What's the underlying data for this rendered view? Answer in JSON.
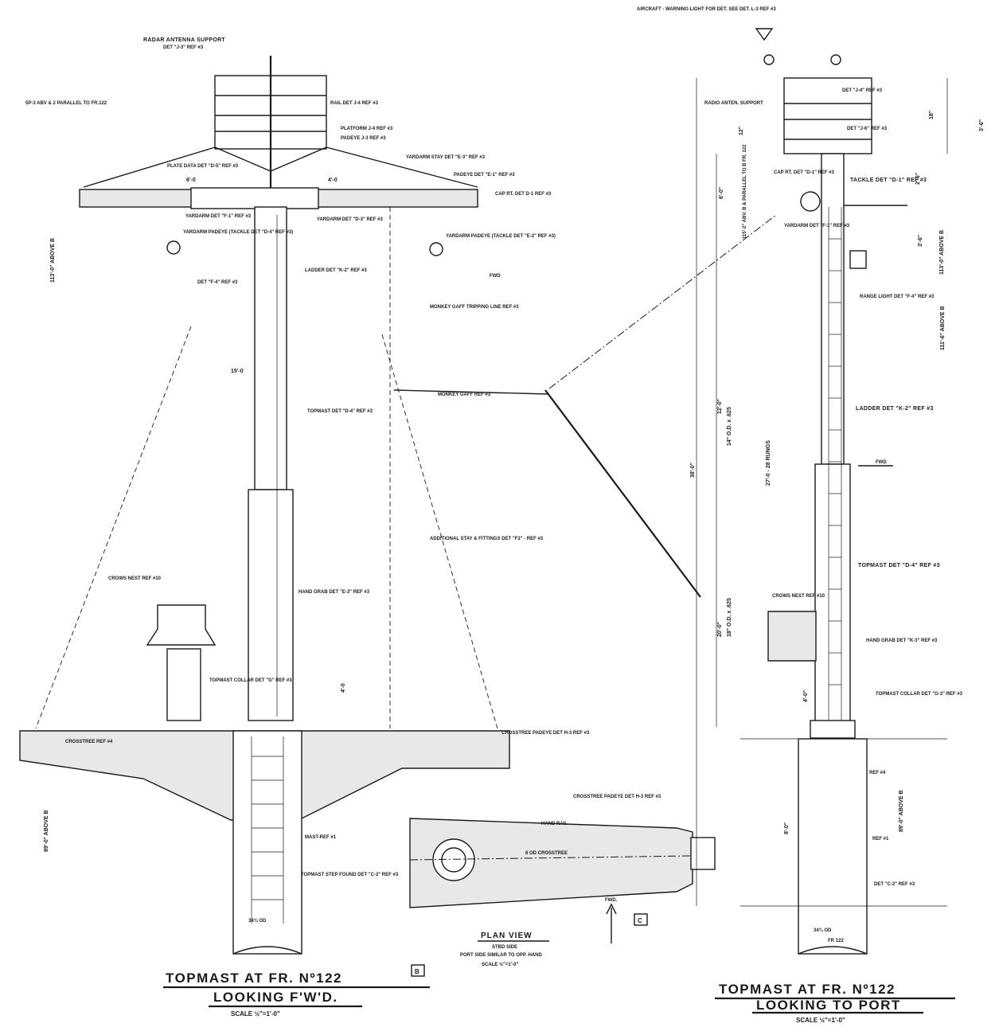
{
  "left_view": {
    "title": "TOPMAST AT FR. Nº122",
    "subtitle": "LOOKING F'W'D.",
    "scale": "SCALE ½\"=1'-0\"",
    "ref_box": "B",
    "labels": {
      "radar_support": "RADAR ANTENNA SUPPORT",
      "radar_support_ref": "DET \"J-3\" REF #3",
      "parallel_note": "5P-3 ABV & 2 PARALLEL TO FR.122",
      "rail": "RAIL DET J-4 REF #3",
      "platform": "PLATFORM J-4 REF #3",
      "padeye_j3": "PADEYE J-3 REF #3",
      "plate_data": "PLATE DATA DET \"D-5\" REF #3",
      "yardarm_stay": "YARDARM STAY DET \"E-3\" REF #3",
      "padeye_e1": "PADEYE DET \"E-1\" REF #3",
      "cap_rt": "CAP RT. DET D-1 REF #3",
      "yardarm_det": "YARDARM DET \"F-1\" REF #3",
      "yardarm_d3": "YARDARM DET \"D-3\" REF #3",
      "yardarm_padeye_left": "YARDARM PADEYE (TACKLE DET \"D-4\" REF #3)",
      "yardarm_padeye_right": "YARDARM PADEYE (TACKLE DET \"E-2\" REF #3)",
      "fwd_small": "FWD",
      "det_f4": "DET \"F-4\" REF #3",
      "ladder": "LADDER DET \"K-2\" REF #3",
      "monkey_gaff_tripping": "MONKEY GAFF TRIPPING LINE REF #3",
      "monkey_gaff": "MONKEY GAFF REF #3",
      "topmast": "TOPMAST DET \"D-4\" REF #3",
      "additional_stay": "ADDITIONAL STAY & FITTINGS DET \"F3\" - REF #3",
      "crows_nest": "CROWS NEST REF #10",
      "hand_grab": "HAND GRAB DET \"E-3\" REF #3",
      "topmast_collar": "TOPMAST COLLAR DET \"G\" REF #3",
      "crosstree_padeye": "CROSSTREE PADEYE DET H-3 REF #3",
      "crosstree": "CROSSTREE REF #4",
      "mast_ref": "MAST-REF #1",
      "topmast_step": "TOPMAST STEP FOUND DET \"C-2\" REF #3",
      "od": "34¾ OD",
      "above_top": "113'-0\" ABOVE B",
      "above_bottom": "89'-0\" ABOVE B",
      "dim_6": "6'-0",
      "dim_4": "4'-0",
      "dim_15": "15'-0",
      "dim_4b": "4'-0"
    }
  },
  "plan_view": {
    "title": "PLAN VIEW",
    "line1": "STBD SIDE",
    "line2": "PORT SIDE SIMILAR TO OPP. HAND",
    "scale": "SCALE ½\"=1'-0\"",
    "hand_rail": "HAND RAIL",
    "crosstree_padeye": "CROSSTREE PADEYE DET H-3 REF #3",
    "crosstree_od": "6 OD CROSSTREE",
    "fwd": "FWD.",
    "ref_box": "C"
  },
  "right_view": {
    "title": "TOPMAST AT FR. Nº122",
    "subtitle": "LOOKING TO PORT",
    "scale": "SCALE ½\"=1'-0\"",
    "labels": {
      "aircraft_light": "AIRCRAFT - WARNING LIGHT FOR DET. SEE DET. L-3 REF #3",
      "radio_support": "RADIO ANTEN. SUPPORT",
      "det_j4": "DET \"J-4\" REF #3",
      "det_j6": "DET \"J-6\" REF #3",
      "cap_rt": "CAP RT. DET \"D-1\" REF #3",
      "tackle": "TACKLE DET \"D-1\" REF #3",
      "yardarm_det": "YARDARM DET \"F-1\" REF #3",
      "range_light": "RANGE LIGHT DET \"F-4\" REF #3",
      "ladder": "LADDER DET \"K-2\" REF #3",
      "fwd": "FWD",
      "topmast": "TOPMAST DET \"D-4\" REF #3",
      "crows_nest": "CROWS NEST REF #10",
      "hand_grab": "HAND GRAB DET \"K-3\" REF #3",
      "topmast_collar": "TOPMAST COLLAR DET \"G-3\" REF #3",
      "ref4": "REF #4",
      "ref1": "REF #1",
      "det_c2": "DET \"C-2\" REF #3",
      "od": "34¾ OD",
      "fr": "FR 122",
      "parallel": "115'-2\" ABV. B & PARALLEL TO B FR. 122",
      "above_113": "113'-0\" ABOVE B",
      "above_111": "111'-6\" ABOVE B",
      "above_89": "89'-0\" ABOVE B",
      "dim_35_6": "3'-6\"",
      "dim_18": "18\"",
      "dim_12": "12\"",
      "dim_2_6": "2'-6\"",
      "dim_6": "6'-0\"",
      "dim_3_6": "3'-6\"",
      "dim_12_0": "12'-0\"",
      "dim_14od": "14\" O.D. x .625",
      "rungs": "27'-0 - 28 RUNGS",
      "dim_38": "38'-0\"",
      "dim_20": "20'-0\"",
      "dim_18od": "18\" O.D. x .625",
      "dim_4": "4'-0\"",
      "dim_8": "8'-0\""
    }
  }
}
